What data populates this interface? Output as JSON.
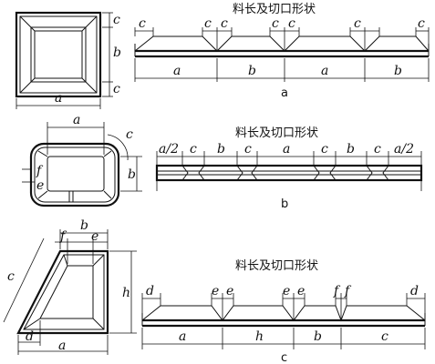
{
  "title_text": "料长及切口形状",
  "figures": [
    {
      "caption": "a",
      "title": "料长及切口形状",
      "frame_labels": {
        "side": "c",
        "height": "b",
        "width": "a"
      },
      "cut_labels": [
        "c",
        "c",
        "c",
        "c",
        "c",
        "c",
        "c"
      ],
      "segment_labels": [
        "a",
        "b",
        "a",
        "b"
      ]
    },
    {
      "caption": "b",
      "title": "料长及切口形状",
      "frame_labels": {
        "width": "a",
        "corner": "c",
        "height": "b",
        "f": "f",
        "e": "e"
      },
      "top_labels": [
        "a/2",
        "c",
        "b",
        "c",
        "a",
        "c",
        "b",
        "c",
        "a/2"
      ]
    },
    {
      "caption": "c",
      "title": "料长及切口形状",
      "frame_labels": {
        "top": "b",
        "f": "f",
        "e": "e",
        "slant": "c",
        "height": "h",
        "d": "d",
        "width": "a"
      },
      "cut_labels": [
        "d",
        "e",
        "e",
        "e",
        "e",
        "f",
        "f",
        "d"
      ],
      "segment_labels": [
        "a",
        "h",
        "b",
        "c"
      ]
    }
  ]
}
